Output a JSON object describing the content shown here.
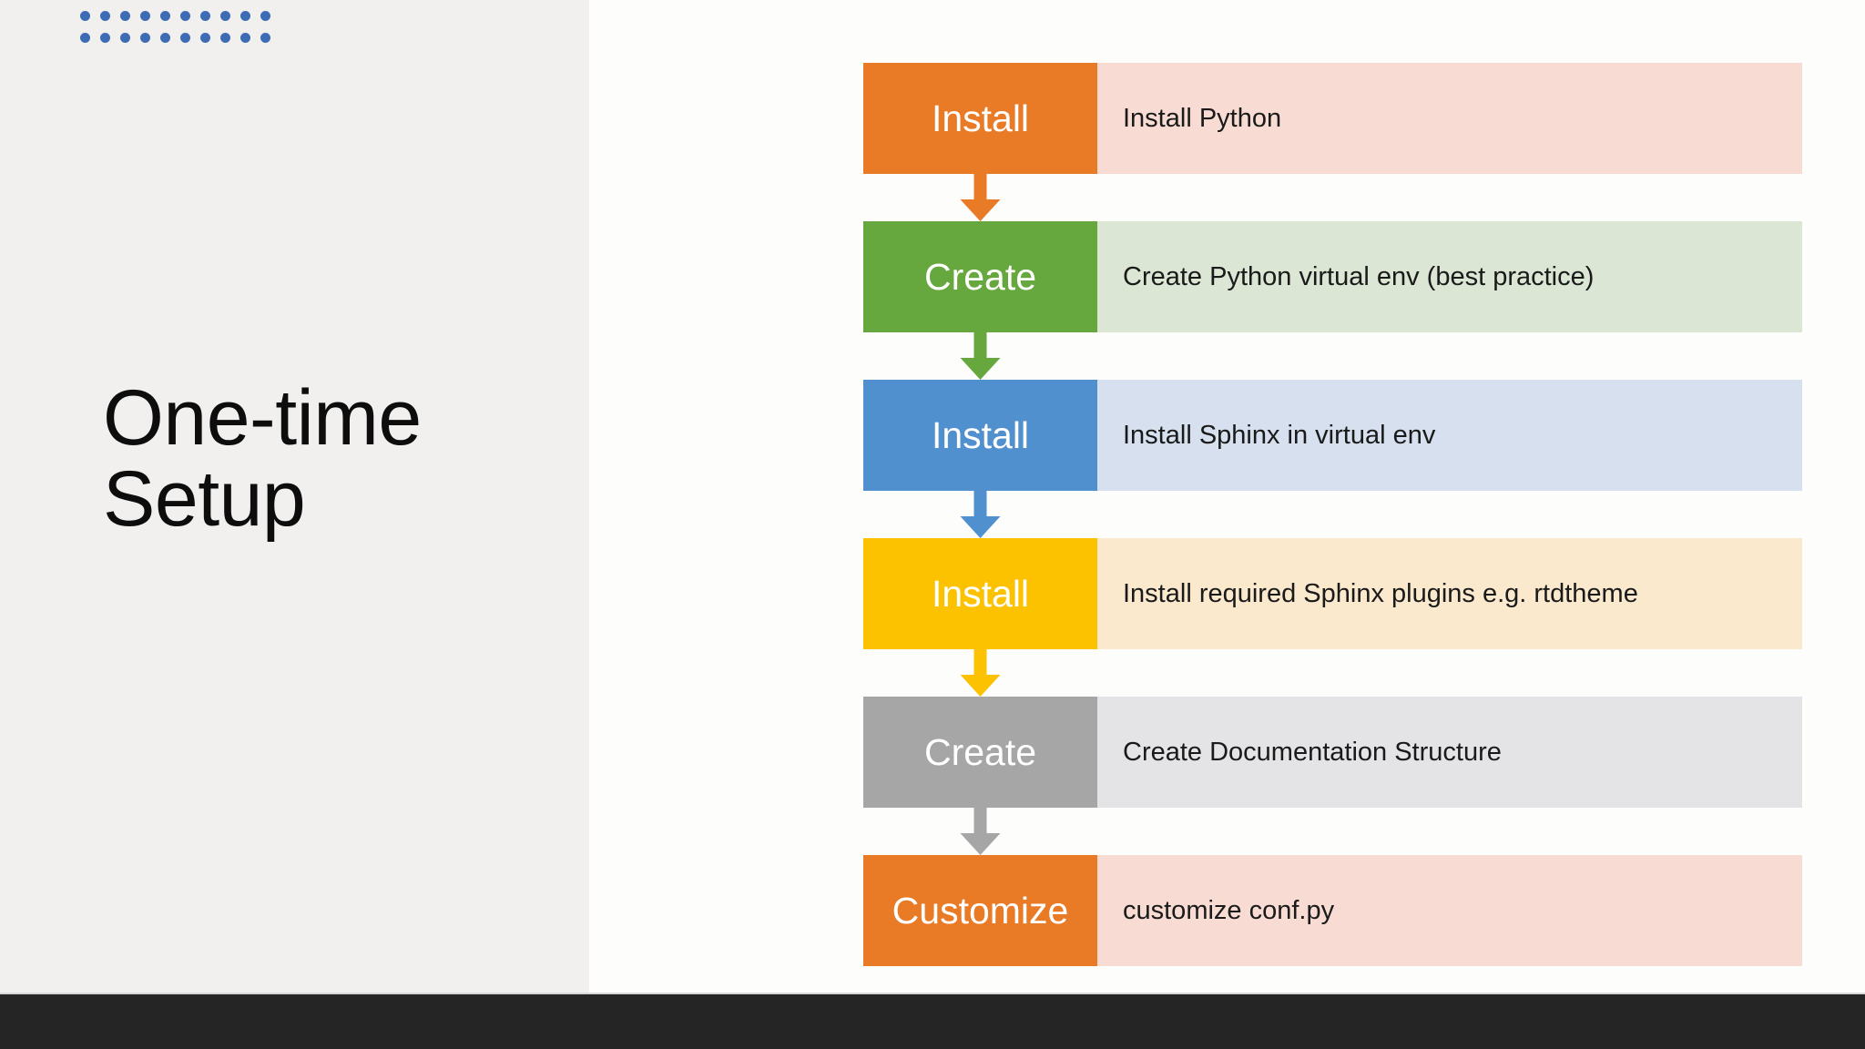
{
  "slide": {
    "title_lines": [
      "One-time",
      "Setup"
    ],
    "background_color": "#ffffff",
    "left_panel_color": "#f1f0ef",
    "right_panel_color": "#fdfdfc",
    "bottom_bar_color": "#252525"
  },
  "decoration": {
    "dot_color": "#3d6cb5",
    "dot_rows": 2,
    "dots_per_row": 10
  },
  "flow": {
    "steps": [
      {
        "key": "Install",
        "description": "Install Python",
        "key_color": "#e97b27",
        "desc_color": "#f8dcd3",
        "arrow_color": "#e97b27"
      },
      {
        "key": "Create",
        "description": "Create Python virtual env (best practice)",
        "key_color": "#67a83e",
        "desc_color": "#dbe6d5",
        "arrow_color": "#67a83e"
      },
      {
        "key": "Install",
        "description": "Install Sphinx in virtual env",
        "key_color": "#5190ce",
        "desc_color": "#d6e0ee",
        "arrow_color": "#5190ce"
      },
      {
        "key": "Install",
        "description": "Install required Sphinx plugins e.g. rtdtheme",
        "key_color": "#fcc200",
        "desc_color": "#fbe9ce",
        "arrow_color": "#fcc200"
      },
      {
        "key": "Create",
        "description": "Create Documentation Structure",
        "key_color": "#a6a6a6",
        "desc_color": "#e4e3e5",
        "arrow_color": "#a6a6a6"
      },
      {
        "key": "Customize",
        "description": "customize conf.py",
        "key_color": "#e97b27",
        "desc_color": "#f8dcd3",
        "arrow_color": null
      }
    ]
  }
}
